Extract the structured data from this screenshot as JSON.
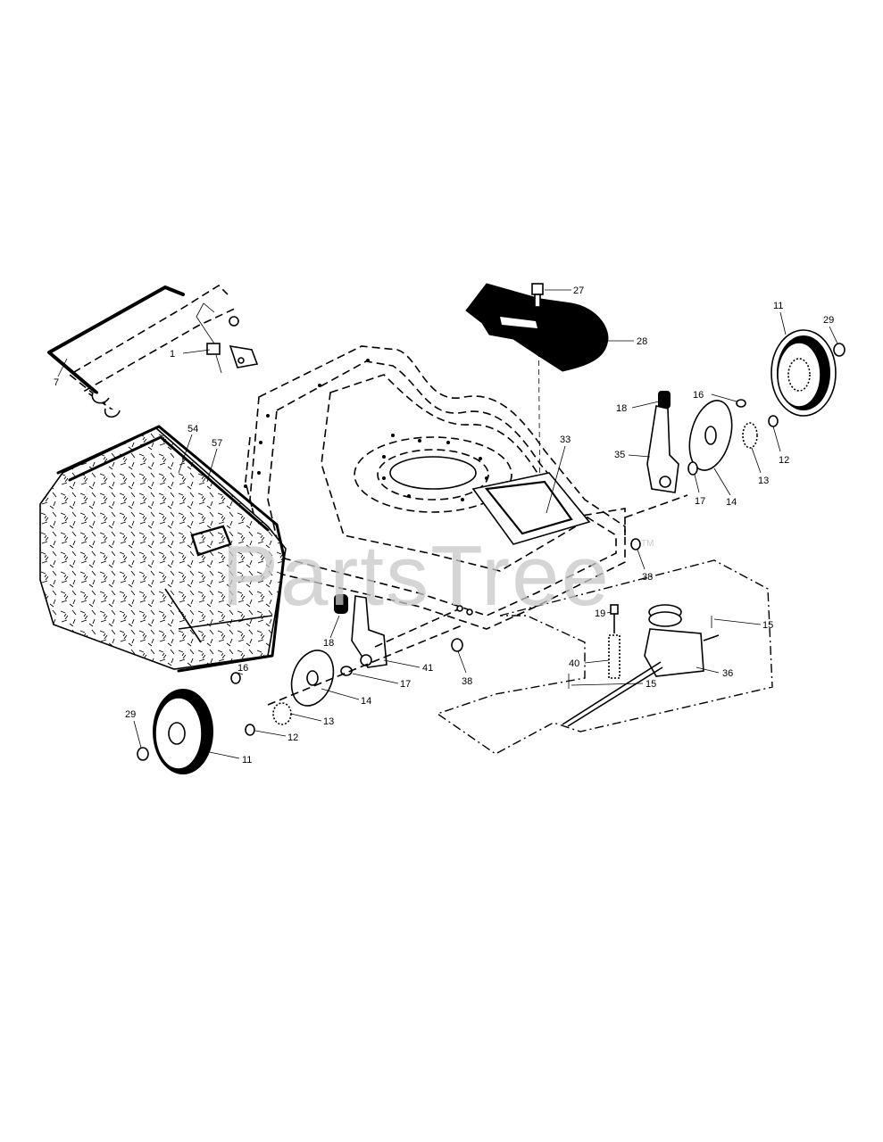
{
  "watermark": {
    "text": "PartsTree",
    "trademark": "TM"
  },
  "callouts": [
    {
      "id": "c-1",
      "label": "1"
    },
    {
      "id": "c-7",
      "label": "7"
    },
    {
      "id": "c-54",
      "label": "54"
    },
    {
      "id": "c-57",
      "label": "57"
    },
    {
      "id": "c-27",
      "label": "27"
    },
    {
      "id": "c-28",
      "label": "28"
    },
    {
      "id": "c-33",
      "label": "33"
    },
    {
      "id": "c-35",
      "label": "35"
    },
    {
      "id": "c-18r",
      "label": "18"
    },
    {
      "id": "c-16r",
      "label": "16"
    },
    {
      "id": "c-11r",
      "label": "11"
    },
    {
      "id": "c-29r",
      "label": "29"
    },
    {
      "id": "c-12r",
      "label": "12"
    },
    {
      "id": "c-13r",
      "label": "13"
    },
    {
      "id": "c-14r",
      "label": "14"
    },
    {
      "id": "c-17r",
      "label": "17"
    },
    {
      "id": "c-38r",
      "label": "38"
    },
    {
      "id": "c-15a",
      "label": "15"
    },
    {
      "id": "c-19",
      "label": "19"
    },
    {
      "id": "c-40",
      "label": "40"
    },
    {
      "id": "c-36",
      "label": "36"
    },
    {
      "id": "c-15b",
      "label": "15"
    },
    {
      "id": "c-38l",
      "label": "38"
    },
    {
      "id": "c-41",
      "label": "41"
    },
    {
      "id": "c-17l",
      "label": "17"
    },
    {
      "id": "c-18l",
      "label": "18"
    },
    {
      "id": "c-14l",
      "label": "14"
    },
    {
      "id": "c-16l",
      "label": "16"
    },
    {
      "id": "c-13l",
      "label": "13"
    },
    {
      "id": "c-12l",
      "label": "12"
    },
    {
      "id": "c-29l",
      "label": "29"
    },
    {
      "id": "c-11l",
      "label": "11"
    }
  ]
}
